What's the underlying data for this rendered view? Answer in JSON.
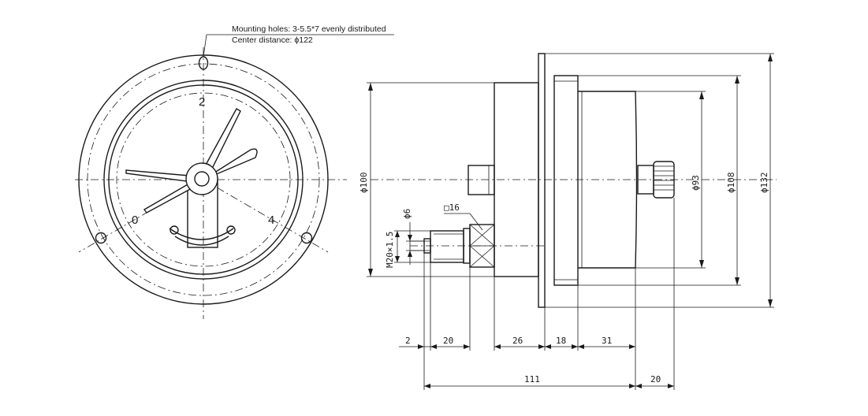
{
  "notes": {
    "mounting_holes": "Mounting holes: 3-5.5*7 evenly distributed",
    "center_distance": "Center distance: ϕ122"
  },
  "dial": {
    "scale_0": "0",
    "scale_2": "2",
    "scale_4": "4"
  },
  "dimensions": {
    "dia_100": "ϕ100",
    "dia_93": "ϕ93",
    "dia_108": "ϕ108",
    "dia_132": "ϕ132",
    "dia_6": "ϕ6",
    "thread": "M20×1.5",
    "hex": "□16",
    "d_2": "2",
    "d_20a": "20",
    "d_26": "26",
    "d_18": "18",
    "d_31": "31",
    "d_111": "111",
    "d_20b": "20"
  }
}
